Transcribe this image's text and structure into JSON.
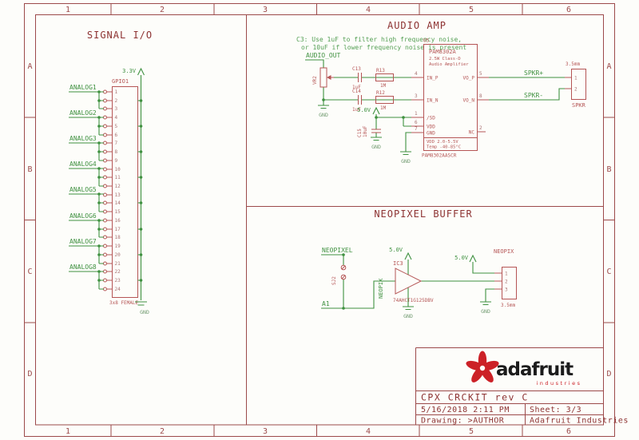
{
  "colors": {
    "wire_green": "#3f9140",
    "symbol_red": "#b55555",
    "frame_maroon": "#9c4a4a",
    "logo_red": "#cc2127",
    "logo_black": "#1c1c1c"
  },
  "frame": {
    "columns": [
      "1",
      "2",
      "3",
      "4",
      "5",
      "6"
    ],
    "rows": [
      "A",
      "B",
      "C",
      "D"
    ]
  },
  "signal_io": {
    "title": "SIGNAL I/O",
    "connector": {
      "name": "GPIO1",
      "value": "3x8 FEMALE"
    },
    "supply": "3.3V",
    "gnd": "GND",
    "nets": [
      "ANALOG1",
      "ANALOG2",
      "ANALOG3",
      "ANALOG4",
      "ANALOG5",
      "ANALOG6",
      "ANALOG7",
      "ANALOG8"
    ],
    "pins": [
      "1",
      "2",
      "3",
      "4",
      "5",
      "6",
      "7",
      "8",
      "9",
      "10",
      "11",
      "12",
      "13",
      "14",
      "15",
      "16",
      "17",
      "18",
      "19",
      "20",
      "21",
      "22",
      "23",
      "24"
    ]
  },
  "audio_amp": {
    "title": "AUDIO AMP",
    "notes": [
      "C3: Use 1uF to filter high frequency noise,",
      "or 10uF if lower frequency noise is present"
    ],
    "nets": {
      "audio_out": "AUDIO_OUT",
      "spkr_p": "SPKR+",
      "spkr_n": "SPKR-"
    },
    "supply": "5.0V",
    "gnd": "GND",
    "vr2": {
      "name": "VR2"
    },
    "c13": {
      "name": "C13",
      "value": "1uF"
    },
    "c14": {
      "name": "C14",
      "value": "1uF"
    },
    "c15": {
      "name": "C15",
      "value": "10uF"
    },
    "r13": {
      "name": "R13",
      "value": "1M"
    },
    "r12": {
      "name": "R12",
      "value": "1M"
    },
    "ic": {
      "name": "U5",
      "title": "PAM8302A",
      "subtitle1": "2.5W Class-D",
      "subtitle2": "Audio Amplifier",
      "value": "PAM8302AASCR",
      "spec1": "VDD  2.0-5.5V",
      "spec2": "Temp  -40-85°C",
      "pins_left": [
        {
          "name": "IN_P",
          "num": "4"
        },
        {
          "name": "IN_N",
          "num": "3"
        },
        {
          "name": "/SD",
          "num": "1"
        },
        {
          "name": "VDD",
          "num": "6"
        },
        {
          "name": "GND",
          "num": "7"
        }
      ],
      "pins_right": [
        {
          "name": "VO_P",
          "num": "5"
        },
        {
          "name": "VO_N",
          "num": "8"
        },
        {
          "name": "NC",
          "num": "2"
        }
      ]
    },
    "connector": {
      "label": "3.5mm",
      "name": "SPKR",
      "pins": [
        "1",
        "2"
      ]
    }
  },
  "neopixel": {
    "title": "NEOPIXEL BUFFER",
    "nets": {
      "neopixel": "NEOPIXEL",
      "a1": "A1",
      "neopix": "NEOPIX"
    },
    "supply": "5.0V",
    "gnd": "GND",
    "jumper": {
      "name": "SJ2"
    },
    "ic": {
      "name": "IC3",
      "value": "74AHCT1G125DBV"
    },
    "connector": {
      "name": "NEOPIX",
      "value": "3.5mm",
      "pins": [
        "1",
        "2",
        "3"
      ]
    }
  },
  "title_block": {
    "logo": {
      "text": "adafruit",
      "sub": "industries"
    },
    "project": "CPX  CRCKIT rev C",
    "date": "5/16/2018 2:11 PM",
    "sheet": "Sheet: 3/3",
    "drawing": "Drawing: >AUTHOR",
    "company": "Adafruit Industries"
  }
}
